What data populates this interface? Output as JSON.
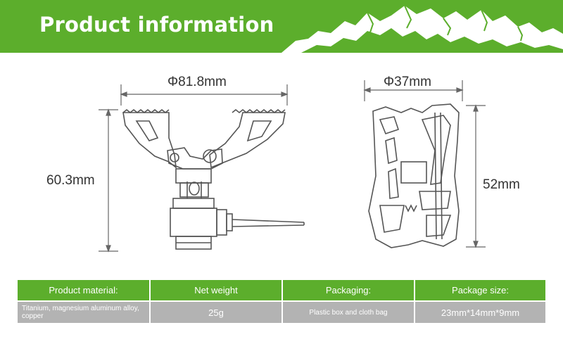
{
  "banner": {
    "title": "Product information",
    "color": "#5cae2c"
  },
  "dimensions": {
    "left_width": "Φ81.8mm",
    "left_height": "60.3mm",
    "right_width": "Φ37mm",
    "right_height": "52mm"
  },
  "specs": {
    "headers": [
      "Product material:",
      "Net weight",
      "Packaging:",
      "Package size:"
    ],
    "values": [
      "Titanium, magnesium aluminum alloy, copper",
      "25g",
      "Plastic box and cloth bag",
      "23mm*14mm*9mm"
    ],
    "header_color": "#5cae2c",
    "value_color": "#b3b3b3"
  }
}
